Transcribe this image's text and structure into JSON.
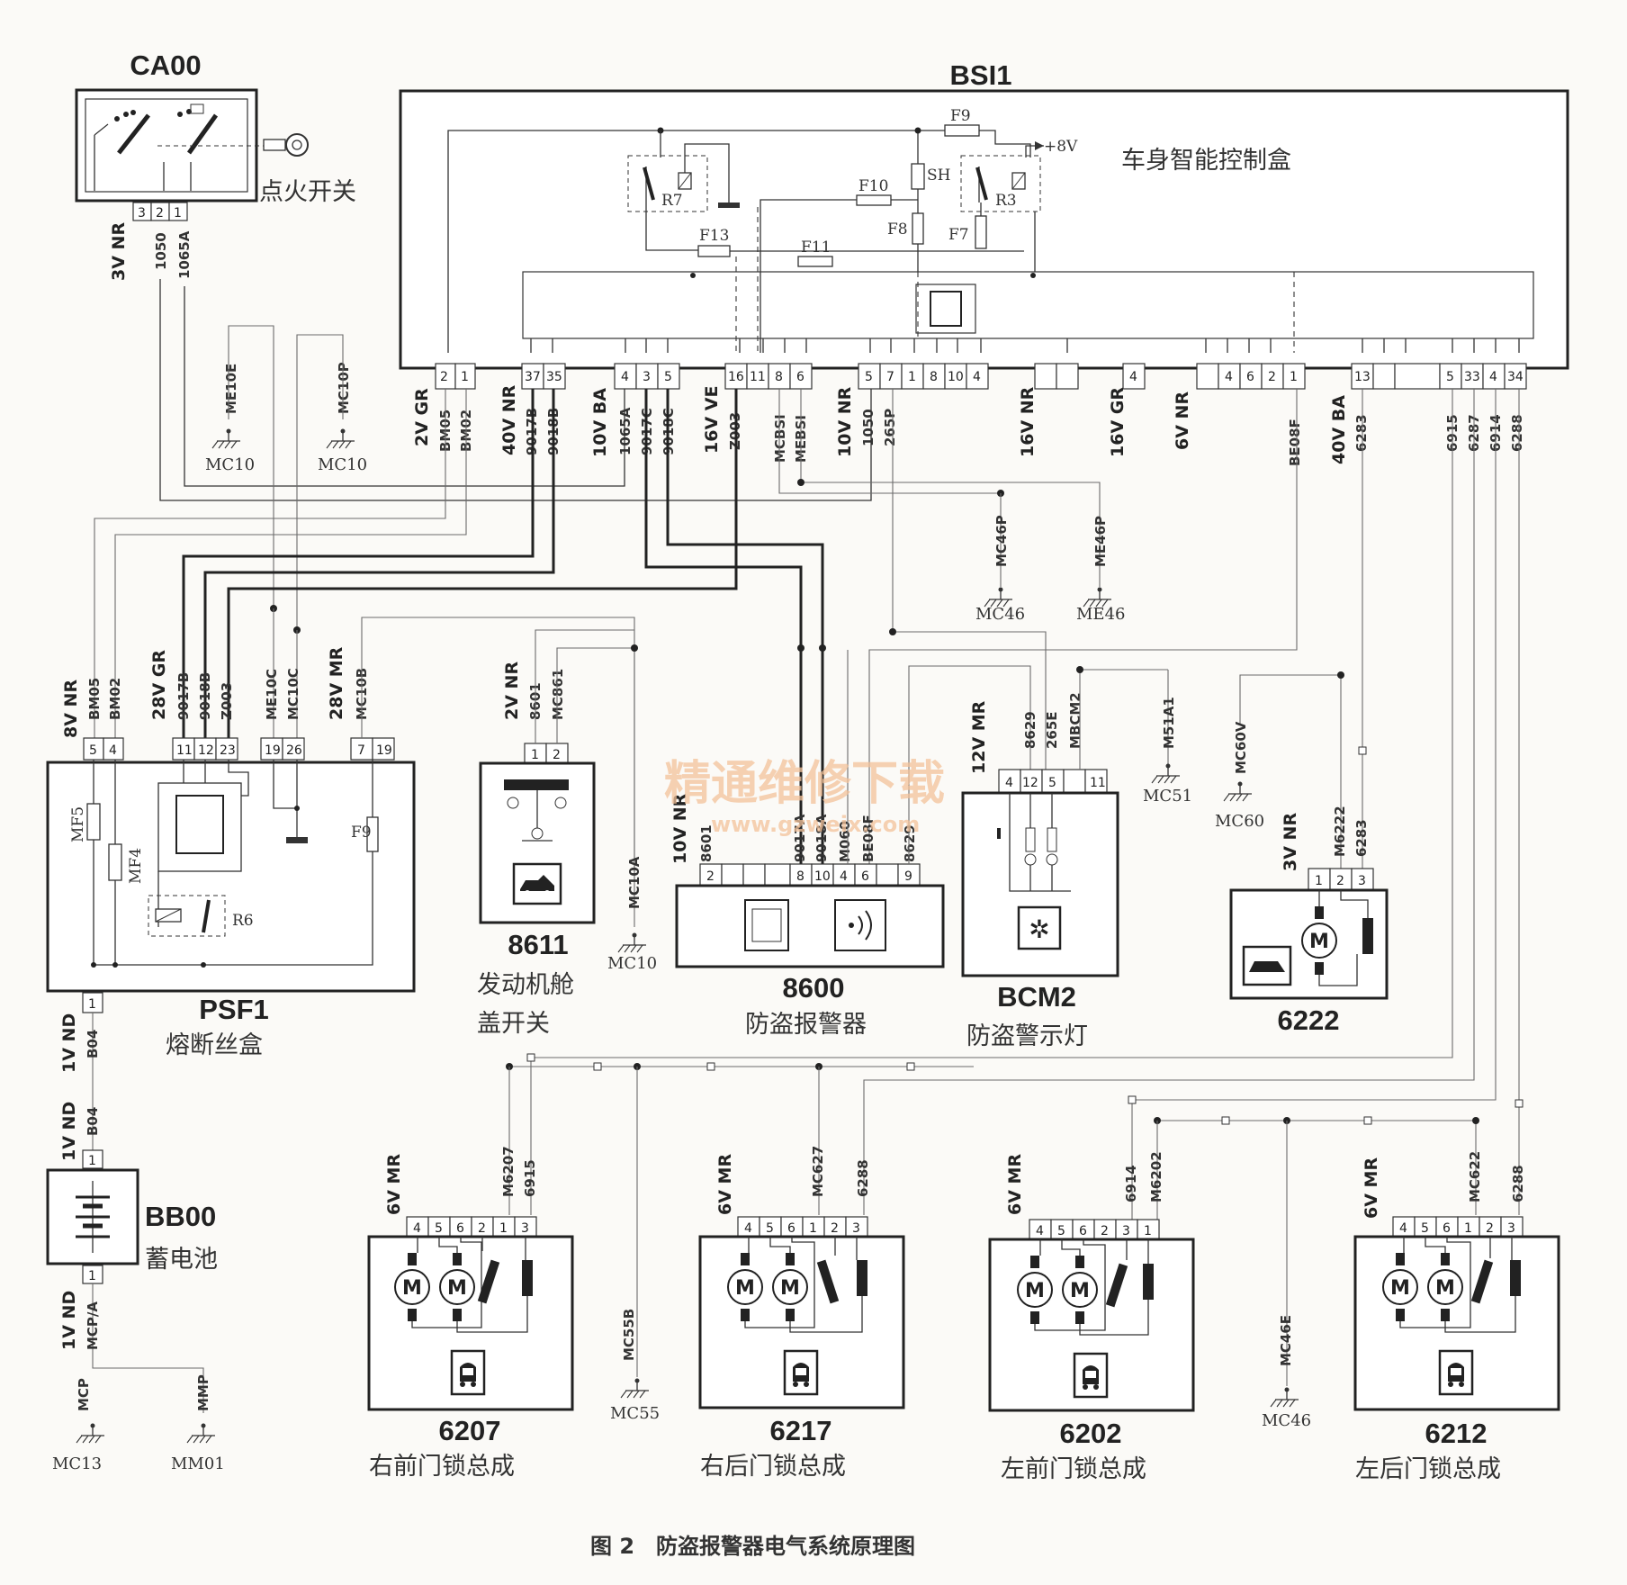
{
  "caption": "图 2　防盗报警器电气系统原理图",
  "watermark": {
    "text": "精通维修下载",
    "url": "www.gzweix.com"
  },
  "components": {
    "ca00": {
      "code": "CA00",
      "name": "点火开关",
      "pins": [
        "3",
        "2",
        "1"
      ]
    },
    "bsi1": {
      "code": "BSI1",
      "name": "车身智能控制盒",
      "fuses": [
        "F9",
        "F10",
        "SH",
        "F8",
        "F7",
        "F13",
        "F11"
      ],
      "relays": [
        "R7",
        "R3"
      ],
      "supply": "+8V"
    },
    "psf1": {
      "code": "PSF1",
      "name": "熔断丝盒",
      "fuses": [
        "MF5",
        "MF4",
        "F9"
      ],
      "relay": "R6"
    },
    "bb00": {
      "code": "BB00",
      "name": "蓄电池"
    },
    "c8611": {
      "code": "8611",
      "name_line1": "发动机舱",
      "name_line2": "盖开关"
    },
    "c8600": {
      "code": "8600",
      "name": "防盗报警器"
    },
    "bcm2": {
      "code": "BCM2",
      "name": "防盗警示灯"
    },
    "c6222": {
      "code": "6222"
    },
    "c6207": {
      "code": "6207",
      "name": "右前门锁总成"
    },
    "c6217": {
      "code": "6217",
      "name": "右后门锁总成"
    },
    "c6202": {
      "code": "6202",
      "name": "左前门锁总成"
    },
    "c6212": {
      "code": "6212",
      "name": "左后门锁总成"
    }
  },
  "connectors": {
    "c2vgr": "2V GR",
    "c40vnr": "40V NR",
    "c10vba": "10V BA",
    "c16vve": "16V VE",
    "c10vnr": "10V NR",
    "c16vnr": "16V NR",
    "c16vgr": "16V GR",
    "c6vnr": "6V NR",
    "c40vba": "40V BA",
    "c3vnr_ca": "3V NR",
    "c8vnr": "8V NR",
    "c28vgr": "28V GR",
    "c28vmr": "28V MR",
    "c2vnr": "2V NR",
    "c10vnr_8600": "10V NR",
    "c12vmr": "12V MR",
    "c3vnr_6222": "3V NR",
    "c1vnd_a": "1V ND",
    "c1vnd_b": "1V ND",
    "c1vnd_c": "1V ND",
    "c6vmr_a": "6V MR",
    "c6vmr_b": "6V MR",
    "c6vmr_c": "6V MR",
    "c6vmr_d": "6V MR"
  },
  "wires": {
    "w1050": "1050",
    "w1065a": "1065A",
    "wme10e": "ME10E",
    "wmc10p": "MC10P",
    "wbm05": "BM05",
    "wbm02": "BM02",
    "w9017b": "9017B",
    "w9018b": "9018B",
    "w1065a2": "1065A",
    "w9017c": "9017C",
    "w9018c": "9018C",
    "wz003": "Z003",
    "wmcbsi": "MCBSI",
    "wmebsi": "MEBSI",
    "w1050b": "1050",
    "w265p": "265P",
    "wbe08f": "BE08F",
    "w6283": "6283",
    "w6915": "6915",
    "w6287": "6287",
    "w6914": "6914",
    "w6288": "6288",
    "wmc46p": "MC46P",
    "wme46p": "ME46P",
    "pbm05": "BM05",
    "pbm02": "BM02",
    "p9017b": "9017B",
    "p9018b": "9018B",
    "pz003": "Z003",
    "pme10c": "ME10C",
    "pmc10c": "MC10C",
    "pmc10b": "MC10B",
    "w8601": "8601",
    "wmc861": "MC861",
    "wmc10a": "MC10A",
    "s8601": "8601",
    "s9017a": "9017A",
    "s9018a": "9018A",
    "smo60": "M060",
    "sbe08f": "BE08F",
    "s8629": "8629",
    "b8629": "8629",
    "b265e": "265E",
    "bmbcm2": "MBCM2",
    "wm51a1": "M51A1",
    "wmc60v": "MC60V",
    "k6222": "M6222",
    "k6283": "6283",
    "wb04a": "B04",
    "wb04b": "B04",
    "wmcp": "MCP/A",
    "wmcp2": "MCP",
    "wmmp": "MMP",
    "d6207a": "M6207",
    "d6207b": "6915",
    "d6217a": "MC627",
    "d6217b": "6288",
    "d6202a": "6914",
    "d6202b": "M6202",
    "d6212a": "MC622",
    "d6212b": "6288",
    "wmc55b": "MC55B",
    "wmc46e": "MC46E"
  },
  "grounds": {
    "g1": "MC10",
    "g2": "MC10",
    "g3": "MC46",
    "g4": "ME46",
    "g5": "MC10",
    "g6": "MC51",
    "g7": "MC60",
    "g8": "MC13",
    "g9": "MM01",
    "g10": "MC55",
    "g11": "MC46"
  },
  "pins": {
    "bsi_a": [
      "2",
      "1"
    ],
    "bsi_b": [
      "37",
      "35"
    ],
    "bsi_c": [
      "4",
      "3",
      "5"
    ],
    "bsi_d": [
      "16",
      "11",
      "8",
      "6"
    ],
    "bsi_e": [
      "5",
      "7",
      "1",
      "8",
      "10",
      "4"
    ],
    "bsi_f": [
      "4"
    ],
    "bsi_g": [
      "4",
      "6",
      "2",
      "1"
    ],
    "bsi_h": [
      "13"
    ],
    "bsi_i": [
      "5",
      "33",
      "4",
      "34"
    ],
    "psf_a": [
      "5",
      "4"
    ],
    "psf_b": [
      "11",
      "12",
      "23"
    ],
    "psf_c": [
      "19",
      "26"
    ],
    "psf_d": [
      "7",
      "19"
    ],
    "psf_e": [
      "1"
    ],
    "c8611": [
      "1",
      "2"
    ],
    "c8600": [
      "2",
      "8",
      "10",
      "4",
      "6",
      "9"
    ],
    "bcm2": [
      "4",
      "12",
      "5",
      "11"
    ],
    "c6222": [
      "1",
      "2",
      "3"
    ],
    "bb_top": [
      "1"
    ],
    "bb_bot": [
      "1"
    ],
    "d6207": [
      "4",
      "5",
      "6",
      "2",
      "1",
      "3"
    ],
    "d6217": [
      "4",
      "5",
      "6",
      "1",
      "2",
      "3"
    ],
    "d6202": [
      "4",
      "5",
      "6",
      "2",
      "3",
      "1"
    ],
    "d6212": [
      "4",
      "5",
      "6",
      "1",
      "2",
      "3"
    ]
  },
  "icons": [
    "ignition-key-icon",
    "relay-icon",
    "ecu-chip-icon",
    "motor-icon",
    "car-door-icon",
    "hood-car-icon",
    "siren-icon",
    "warning-lamp-icon",
    "battery-icon",
    "ground-icon",
    "fuse-icon"
  ]
}
